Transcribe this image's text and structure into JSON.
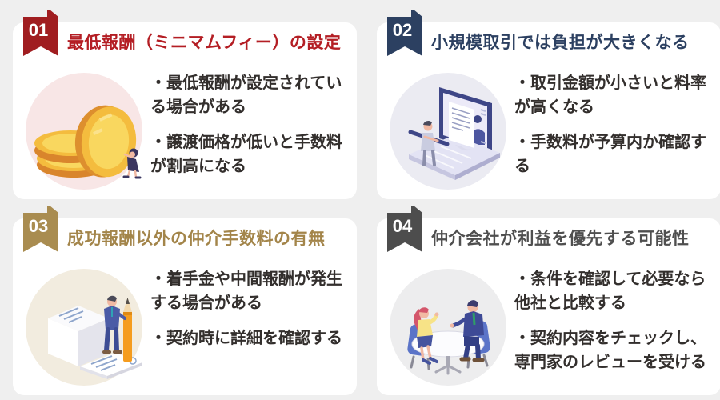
{
  "page": {
    "background": "#efefef",
    "card_background": "#ffffff",
    "body_text_color": "#332f2d"
  },
  "cards": [
    {
      "number": "01",
      "badge_color": "#a01d20",
      "title_color": "#b41e24",
      "title": "最低報酬（ミニマムフィー）の設定",
      "bullets": [
        "・最低報酬が設定されている場合がある",
        "・譲渡価格が低いと手数料が割高になる"
      ],
      "illustration": "coins-pushed-by-person",
      "illustration_bg": "#f8e6e6"
    },
    {
      "number": "02",
      "badge_color": "#2c4061",
      "title_color": "#2c4061",
      "title": "小規模取引では負担が大きくなる",
      "bullets": [
        "・取引金額が小さいと料率が高くなる",
        "・手数料が予算内か確認する"
      ],
      "illustration": "laptop-with-document-and-people",
      "illustration_bg": "#ebebf2"
    },
    {
      "number": "03",
      "badge_color": "#a98c50",
      "title_color": "#a3854a",
      "title": "成功報酬以外の仲介手数料の有無",
      "bullets": [
        "・着手金や中間報酬が発生する場合がある",
        "・契約時に詳細を確認する"
      ],
      "illustration": "businessman-with-pencil-and-documents",
      "illustration_bg": "#f2ecdf"
    },
    {
      "number": "04",
      "badge_color": "#4d4d4d",
      "title_color": "#4f4f4f",
      "title": "仲介会社が利益を優先する可能性",
      "bullets": [
        "・条件を確認して必要なら他社と比較する",
        "・契約内容をチェックし、専門家のレビューを受ける"
      ],
      "illustration": "two-people-meeting-at-table",
      "illustration_bg": "#ededee"
    }
  ]
}
